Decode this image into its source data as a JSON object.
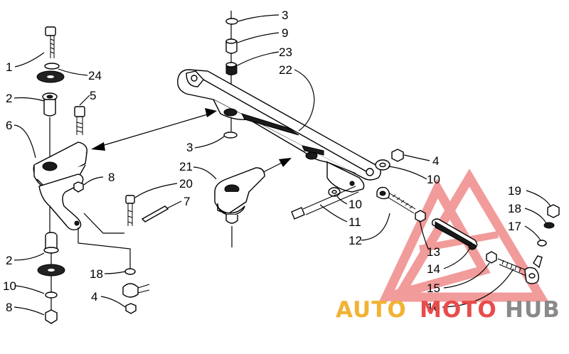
{
  "callouts": {
    "c1": "1",
    "c2a": "2",
    "c2b": "2",
    "c3a": "3",
    "c3b": "3",
    "c4a": "4",
    "c4b": "4",
    "c5": "5",
    "c6": "6",
    "c7": "7",
    "c8a": "8",
    "c8b": "8",
    "c9": "9",
    "c10a": "10",
    "c10b": "10",
    "c10c": "10",
    "c11": "11",
    "c12": "12",
    "c13": "13",
    "c14": "14",
    "c15": "15",
    "c16": "16",
    "c17": "17",
    "c18a": "18",
    "c18b": "18",
    "c19": "19",
    "c20": "20",
    "c21": "21",
    "c22": "22",
    "c23": "23",
    "c24": "24"
  },
  "watermark": {
    "auto": "AUTO",
    "moto": "MOTO",
    "hub": "HUB",
    "colors": {
      "auto": "#f2b233",
      "moto": "#e94b4b",
      "hub": "#8a8a8a",
      "logo": "#ef8a8a"
    }
  }
}
